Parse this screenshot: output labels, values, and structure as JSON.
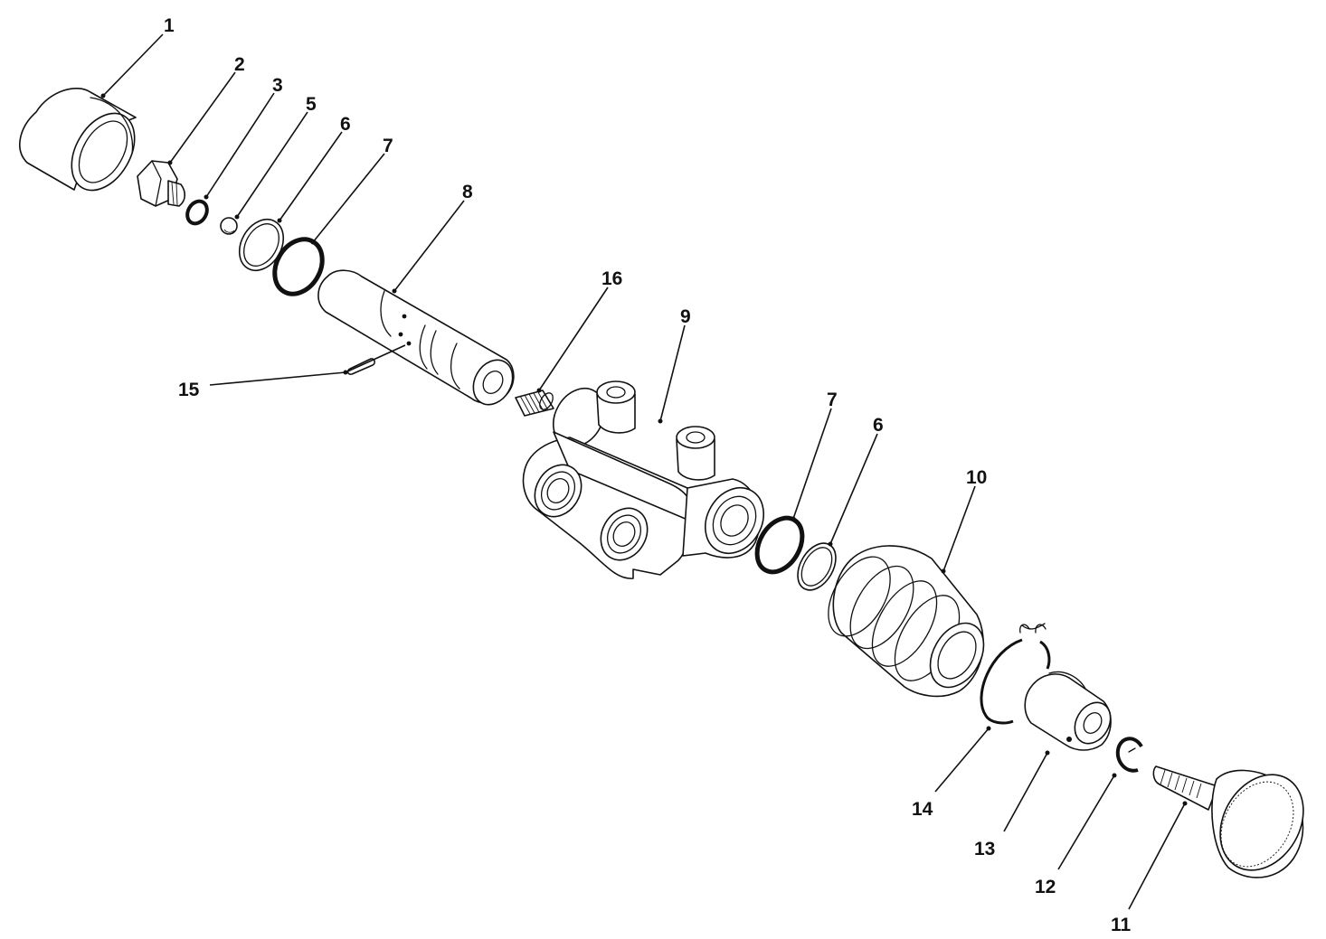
{
  "diagram": {
    "callouts": [
      {
        "id": "c1",
        "label": "1"
      },
      {
        "id": "c2",
        "label": "2"
      },
      {
        "id": "c3",
        "label": "3"
      },
      {
        "id": "c5",
        "label": "5"
      },
      {
        "id": "c6a",
        "label": "6"
      },
      {
        "id": "c7a",
        "label": "7"
      },
      {
        "id": "c8",
        "label": "8"
      },
      {
        "id": "c15",
        "label": "15"
      },
      {
        "id": "c16",
        "label": "16"
      },
      {
        "id": "c9",
        "label": "9"
      },
      {
        "id": "c7b",
        "label": "7"
      },
      {
        "id": "c6b",
        "label": "6"
      },
      {
        "id": "c10",
        "label": "10"
      },
      {
        "id": "c14",
        "label": "14"
      },
      {
        "id": "c13",
        "label": "13"
      },
      {
        "id": "c12",
        "label": "12"
      },
      {
        "id": "c11",
        "label": "11"
      }
    ],
    "colors": {
      "ink": "#111111",
      "background": "#ffffff"
    }
  }
}
